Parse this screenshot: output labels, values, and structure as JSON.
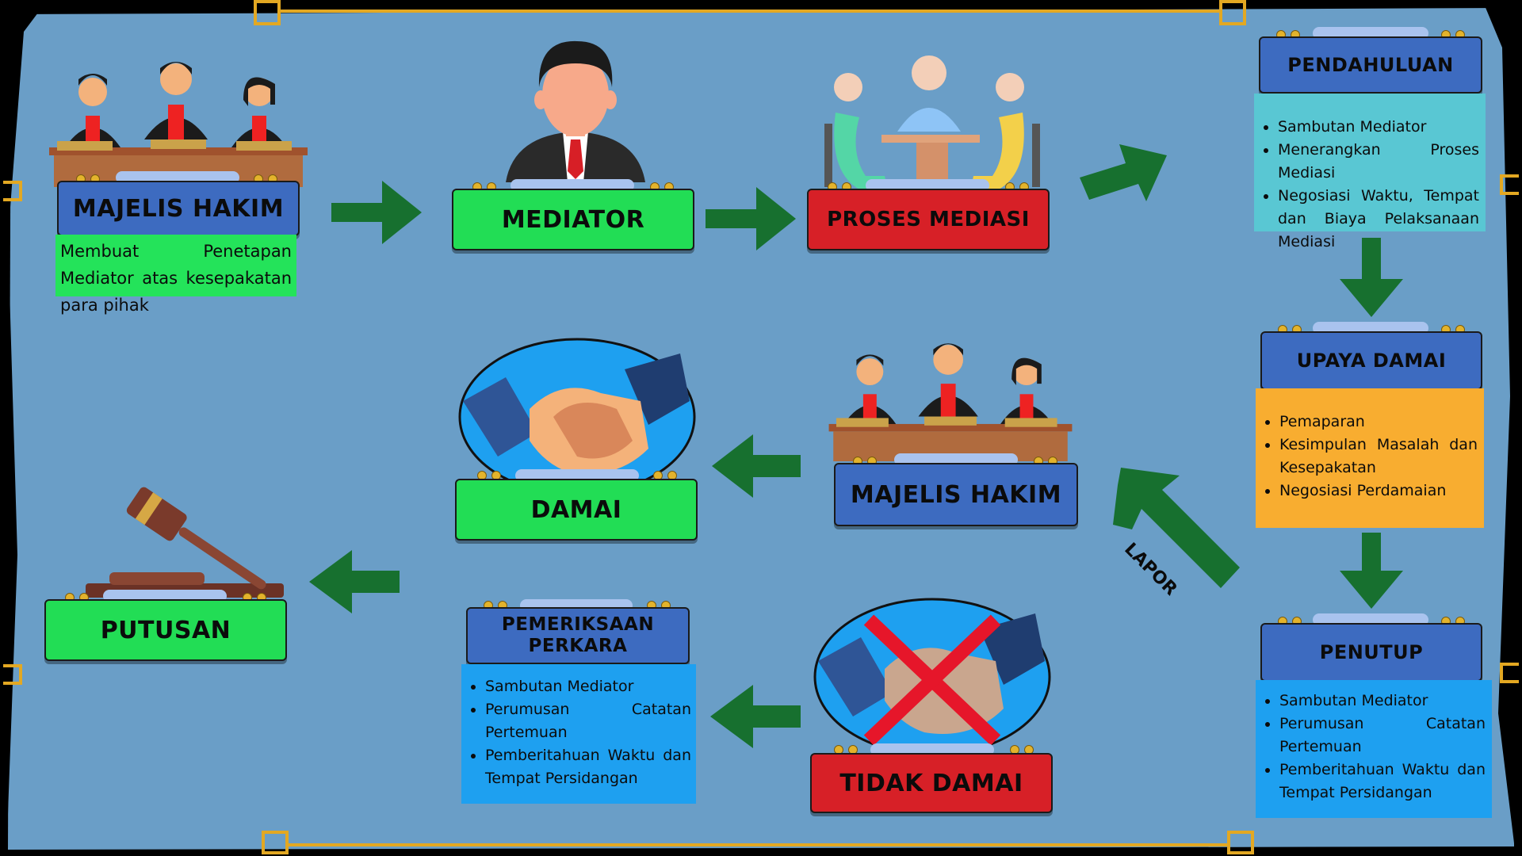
{
  "nodes": {
    "majelis_top": {
      "label": "MAJELIS HAKIM",
      "note": "Membuat Penetapan Mediator atas kesepakatan para pihak"
    },
    "mediator": {
      "label": "MEDIATOR"
    },
    "proses": {
      "label": "PROSES MEDIASI"
    },
    "pendahuluan": {
      "label": "PENDAHULUAN",
      "items": [
        "Sambutan Mediator",
        "Menerangkan Proses Mediasi",
        "Negosiasi Waktu, Tempat dan Biaya Pelaksanaan Mediasi"
      ]
    },
    "upaya": {
      "label": "UPAYA DAMAI",
      "items": [
        "Pemaparan",
        "Kesimpulan Masalah dan Kesepakatan",
        "Negosiasi Perdamaian"
      ]
    },
    "penutup": {
      "label": "PENUTUP",
      "items": [
        "Sambutan Mediator",
        "Perumusan Catatan Pertemuan",
        "Pemberitahuan Waktu dan Tempat Persidangan"
      ]
    },
    "majelis_mid": {
      "label": "MAJELIS HAKIM"
    },
    "damai": {
      "label": "DAMAI"
    },
    "tidak_damai": {
      "label": "TIDAK DAMAI"
    },
    "pemeriksaan": {
      "label_line1": "PEMERIKSAAN",
      "label_line2": "PERKARA",
      "items": [
        "Sambutan Mediator",
        "Perumusan Catatan Pertemuan",
        "Pemberitahuan Waktu dan Tempat Persidangan"
      ]
    },
    "putusan": {
      "label": "PUTUSAN"
    }
  },
  "edge_label": "LAPOR",
  "colors": {
    "background": "#6a9ec7",
    "arrow": "#17702f",
    "frame_gold": "#e3a822",
    "green_label": "#22dd55",
    "red_label": "#d72027",
    "blue_label": "#3d6bc0",
    "cyan_box": "#59c7d3",
    "orange_box": "#f8ad30",
    "blue_box": "#1ea0f0"
  }
}
